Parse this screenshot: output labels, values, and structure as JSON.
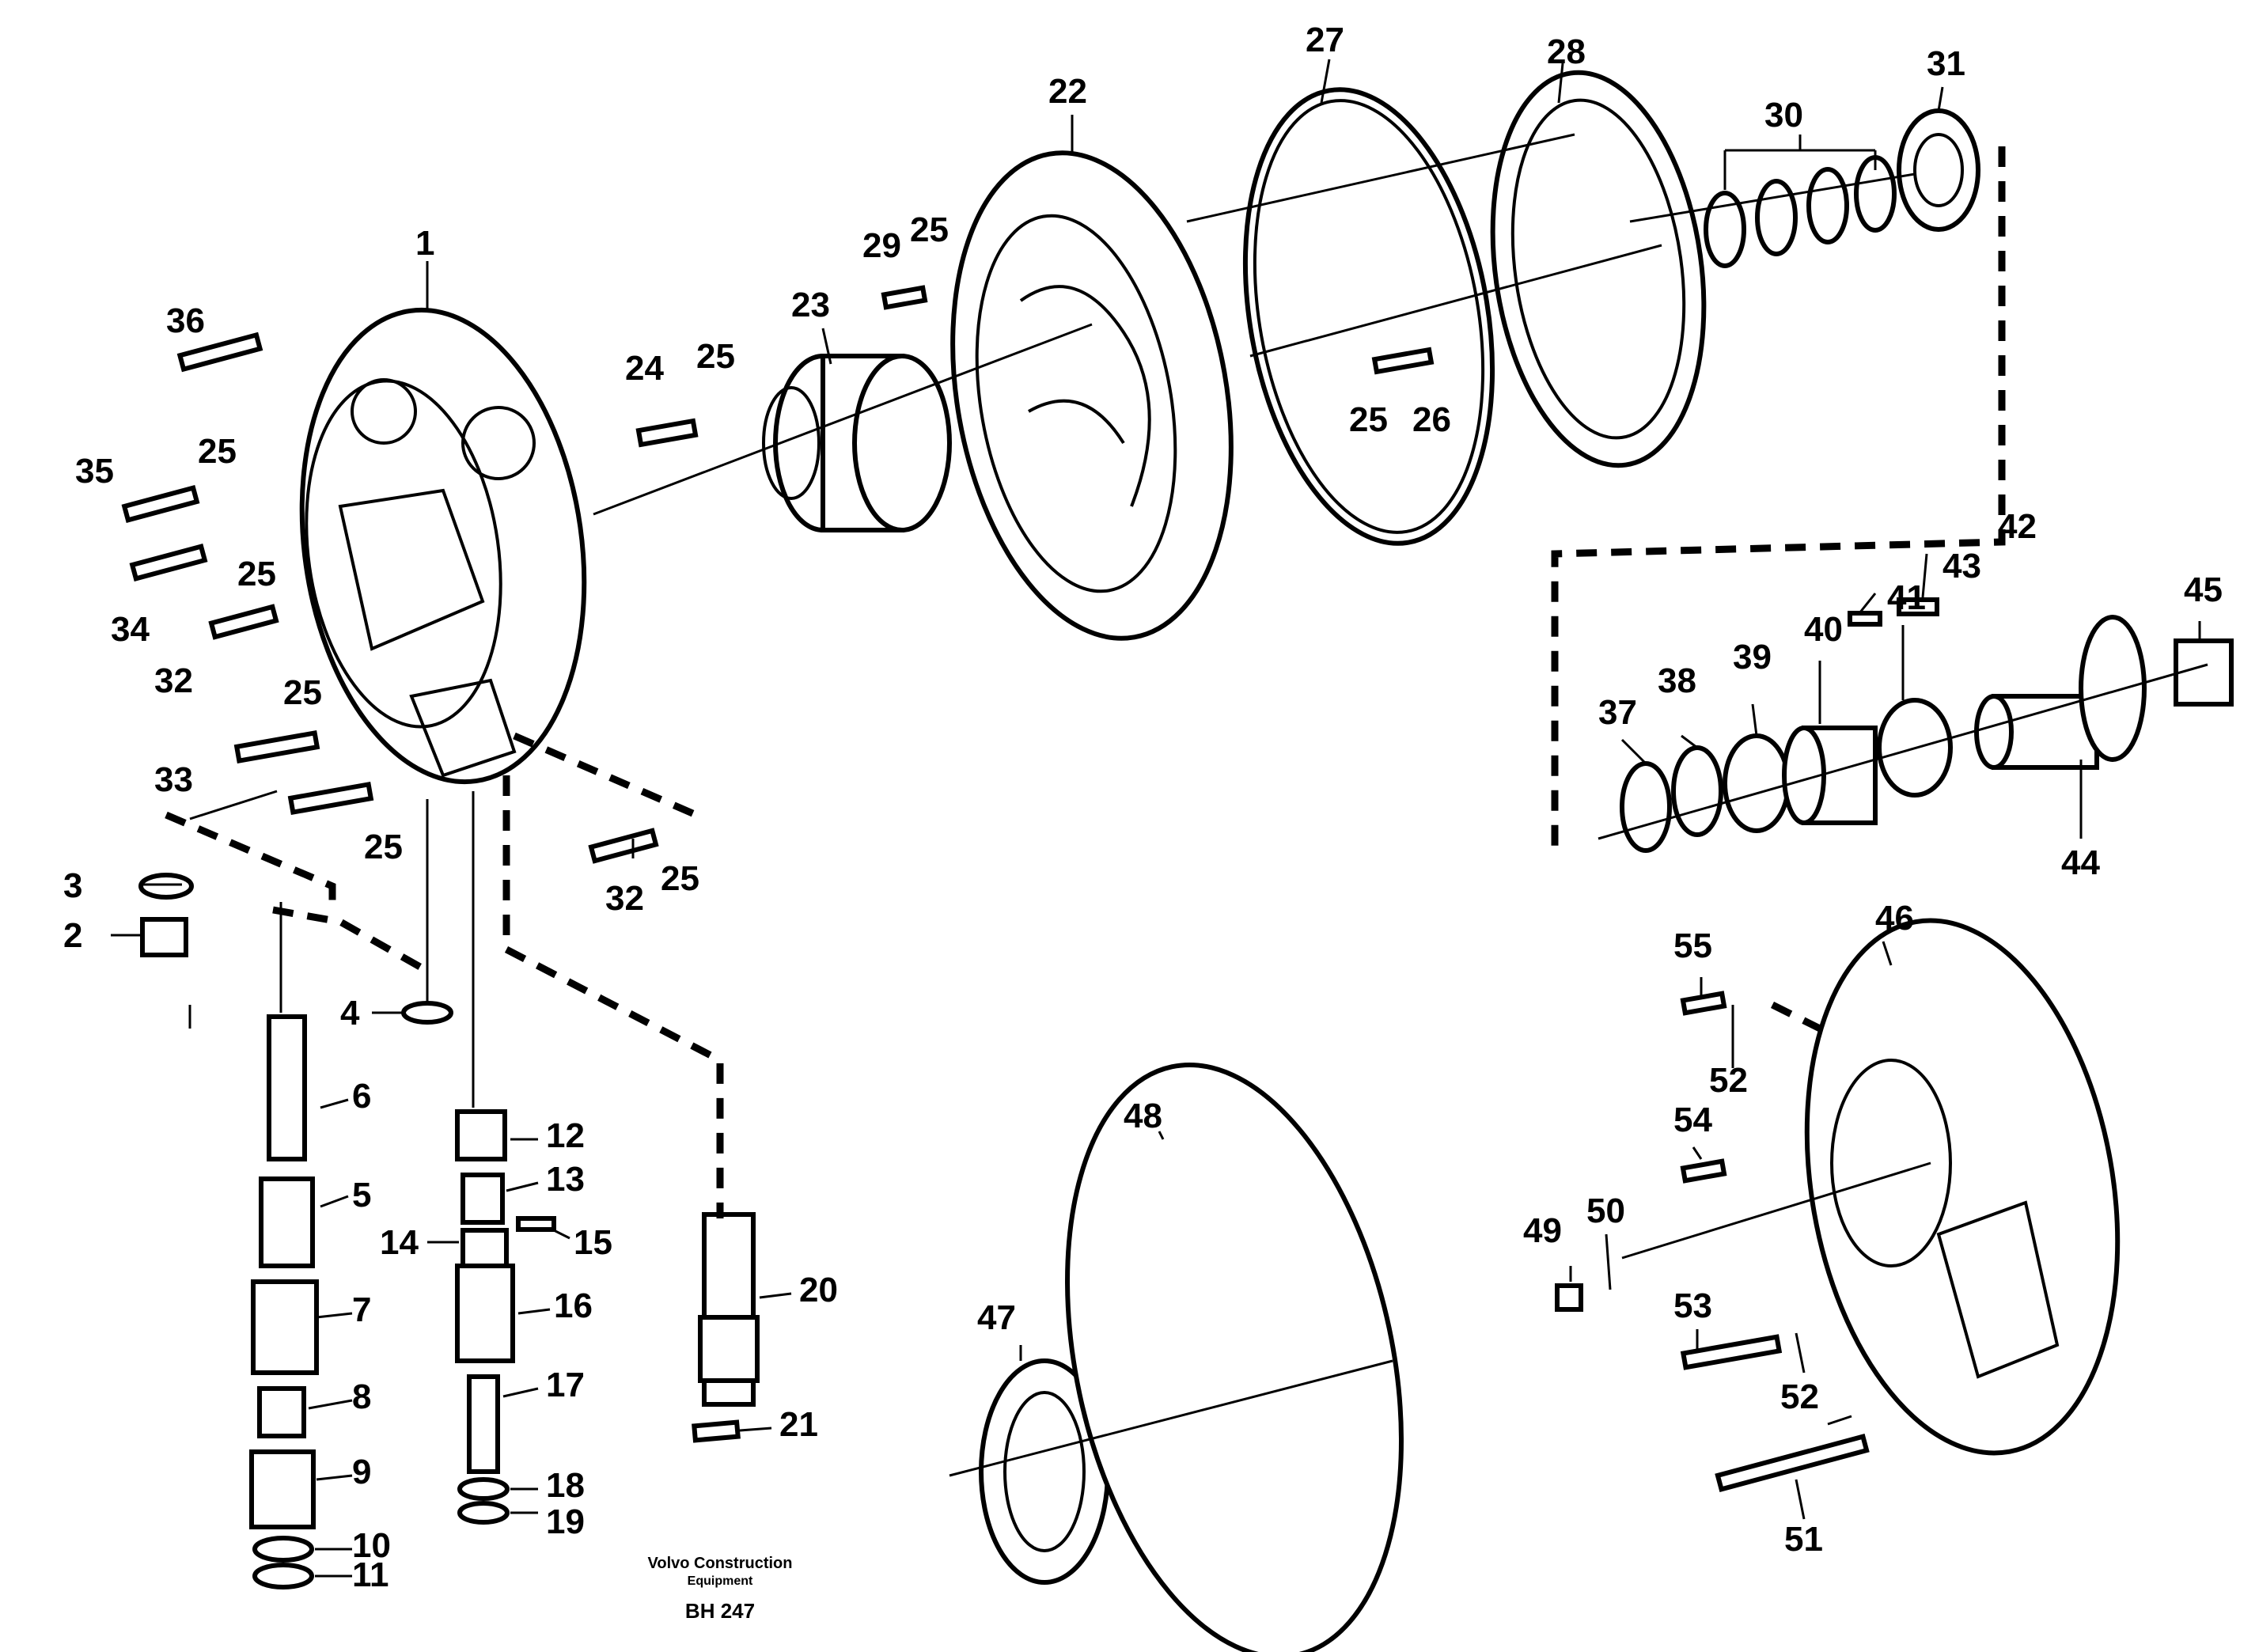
{
  "diagram": {
    "callouts": [
      "1",
      "2",
      "3",
      "4",
      "5",
      "6",
      "7",
      "8",
      "9",
      "10",
      "11",
      "12",
      "13",
      "14",
      "15",
      "16",
      "17",
      "18",
      "19",
      "20",
      "21",
      "22",
      "23",
      "24",
      "25",
      "26",
      "27",
      "28",
      "29",
      "30",
      "31",
      "32",
      "33",
      "34",
      "35",
      "36",
      "37",
      "38",
      "39",
      "40",
      "41",
      "42",
      "43",
      "44",
      "45",
      "46",
      "47",
      "48",
      "49",
      "50",
      "51",
      "52",
      "53",
      "54",
      "55"
    ],
    "caption": {
      "maker_line1": "Volvo Construction",
      "maker_line2": "Equipment",
      "code": "BH 247"
    }
  }
}
